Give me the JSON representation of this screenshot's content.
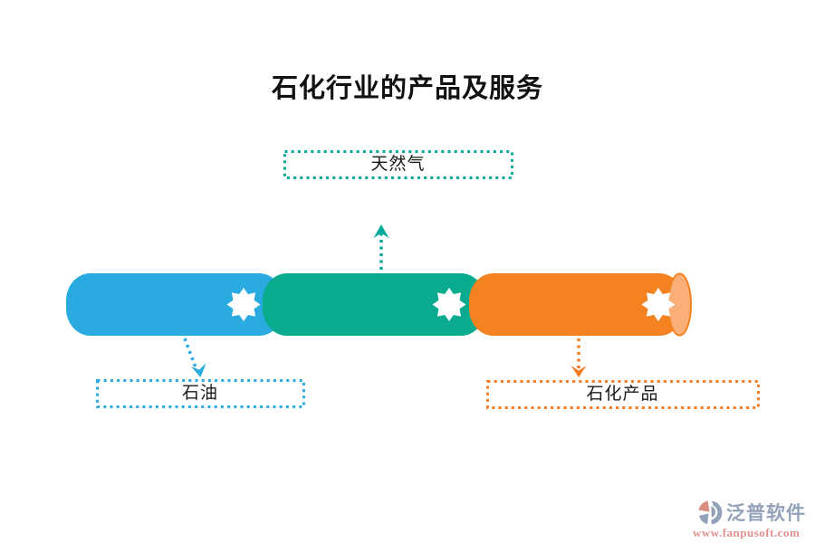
{
  "title": "石化行业的产品及服务",
  "pipeline": {
    "segments": [
      {
        "name": "oil",
        "label": "石油",
        "color": "#29ABE2",
        "callout": "below"
      },
      {
        "name": "gas",
        "label": "天然气",
        "color": "#0BAB8F",
        "callout": "above"
      },
      {
        "name": "chem",
        "label": "石化产品",
        "color": "#F58220",
        "callout": "below"
      }
    ],
    "end_cap_color": "#F9AF77",
    "star_icon_color": "#ffffff"
  },
  "accents": {
    "oil": "#29ABE2",
    "gas": "#00A99A",
    "chem": "#F47B20"
  },
  "watermark": {
    "brand": "泛普软件",
    "url": "www.fanpusoft.com",
    "gray": "#93A2B8",
    "red": "#D98E82"
  }
}
